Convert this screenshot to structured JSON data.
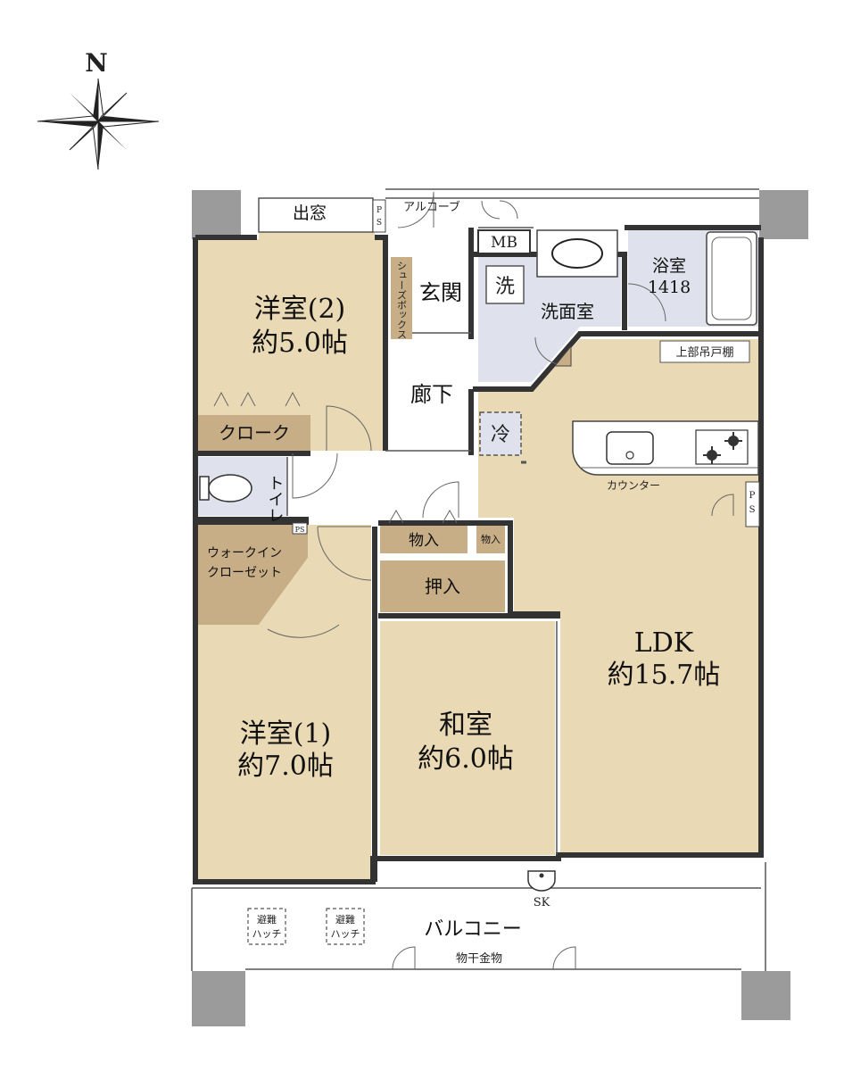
{
  "compass": {
    "label": "N"
  },
  "colors": {
    "room_beige": "#e9d9b4",
    "storage_brown": "#c7ae86",
    "wet_blue": "#dfe2ec",
    "pillar_gray": "#9b9b9b",
    "wall": "#333333"
  },
  "rooms": {
    "western2": {
      "name": "洋室(2)",
      "size": "約5.0帖"
    },
    "western1": {
      "name": "洋室(1)",
      "size": "約7.0帖"
    },
    "japanese": {
      "name": "和室",
      "size": "約6.0帖"
    },
    "ldk": {
      "name": "LDK",
      "size": "約15.7帖"
    },
    "entrance": {
      "name": "玄関"
    },
    "corridor": {
      "name": "廊下"
    },
    "washroom": {
      "name": "洗面室"
    },
    "bathroom": {
      "name": "浴室",
      "size": "1418"
    },
    "toilet": {
      "name": "トイレ"
    },
    "balcony": {
      "name": "バルコニー"
    },
    "alcove": {
      "name": "アルコーブ"
    }
  },
  "labels": {
    "bay_window": "出窓",
    "shoe_box": "シューズボックス",
    "mb": "MB",
    "washer": "洗",
    "fridge": "冷",
    "cloak": "クローク",
    "walkin_line1": "ウォークイン",
    "walkin_line2": "クローゼット",
    "storage1": "物入",
    "storage2": "物入",
    "oshiire": "押入",
    "counter": "カウンター",
    "upper_cabinet": "上部吊戸棚",
    "ps1_a": "P",
    "ps1_b": "S",
    "ps2_a": "P",
    "ps2_b": "S",
    "ps3": "PS",
    "sk": "SK",
    "hatch1_a": "避難",
    "hatch1_b": "ハッチ",
    "hatch2_a": "避難",
    "hatch2_b": "ハッチ",
    "drying": "物干金物"
  }
}
